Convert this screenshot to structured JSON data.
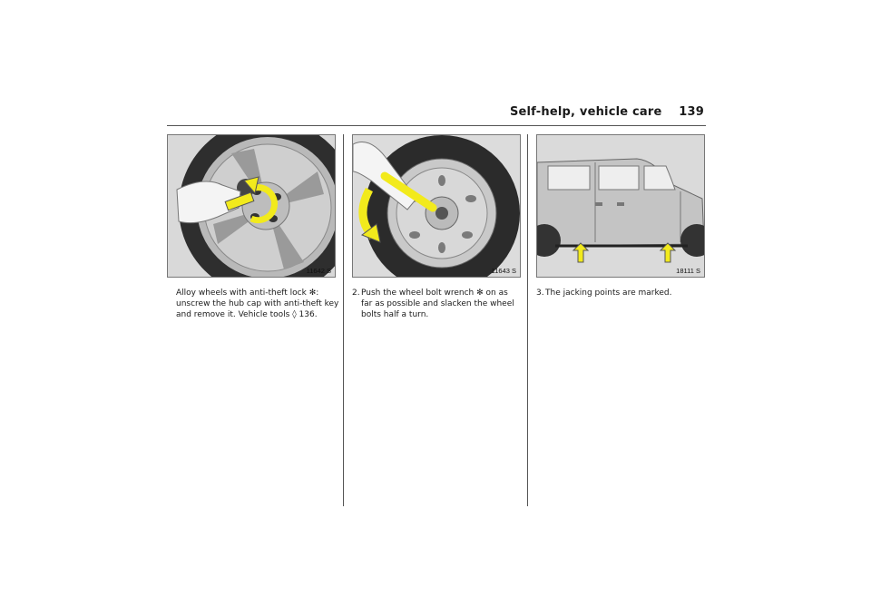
{
  "header": {
    "title": "Self-help, vehicle care",
    "page_number": "139"
  },
  "figures": [
    {
      "code": "11642 S"
    },
    {
      "code": "11643 S"
    },
    {
      "code": "18111 S"
    }
  ],
  "paragraphs": [
    {
      "number": "",
      "text_before": "Alloy wheels with anti-theft lock ",
      "symbol": "✻",
      "text_after": ": unscrew the hub cap with anti-theft key and remove it. Vehicle tools ",
      "ref_symbol": "◊",
      "ref_page": " 136."
    },
    {
      "number": "2.",
      "text_before": "Push the wheel bolt wrench ",
      "symbol": "✻",
      "text_after": " on as far as possible and slacken the wheel bolts half a turn."
    },
    {
      "number": "3.",
      "text": "The jacking points are marked."
    }
  ],
  "colors": {
    "highlight": "#f2ea1c",
    "rule": "#555555"
  }
}
